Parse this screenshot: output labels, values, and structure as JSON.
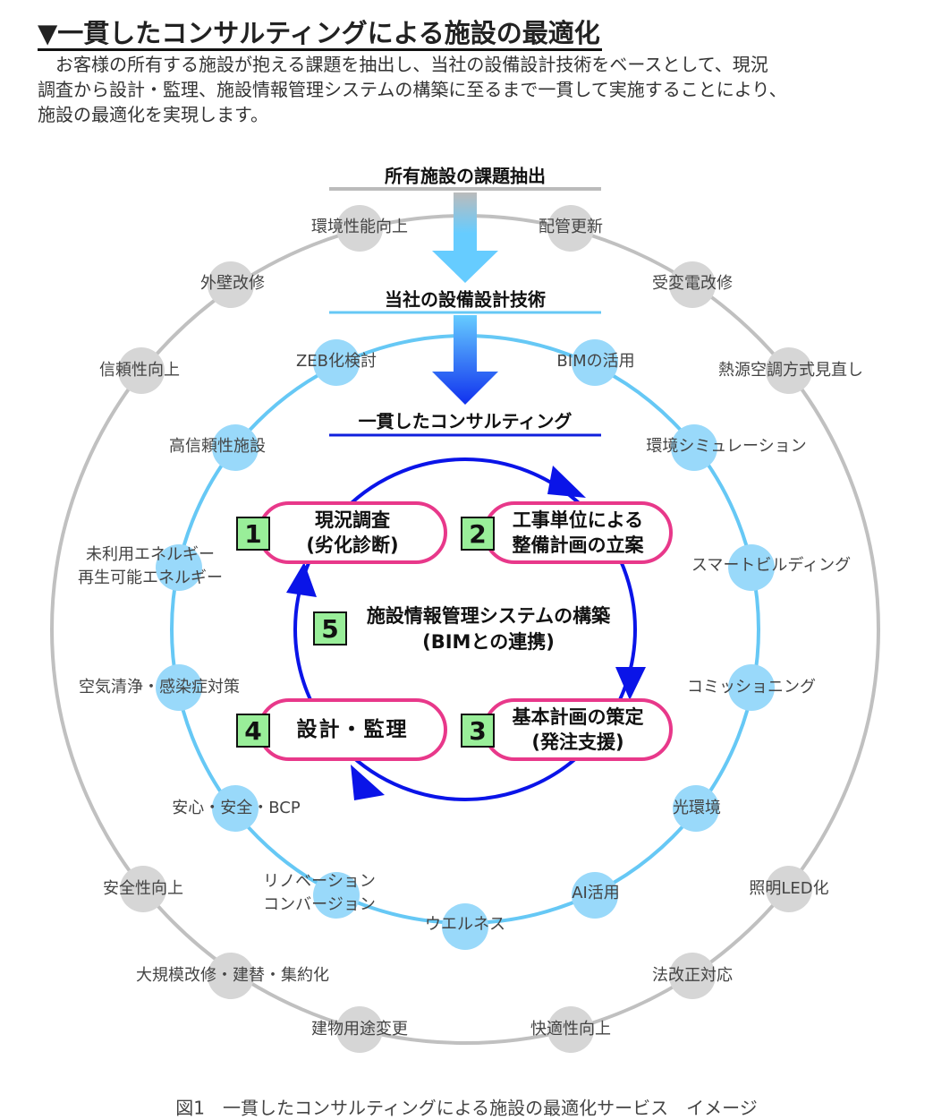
{
  "title": "▼一貫したコンサルティングによる施設の最適化",
  "intro": [
    "　お客様の所有する施設が抱える課題を抽出し、当社の設備設計技術をベースとして、現況",
    "調査から設計・監理、施設情報管理システムの構築に至るまで一貫して実施することにより、",
    "施設の最適化を実現します。"
  ],
  "flow": {
    "step_a": "所有施設の課題抽出",
    "step_b": "当社の設備設計技術",
    "step_c": "一貫したコンサルティング"
  },
  "outer_items": [
    "環境性能向上",
    "配管更新",
    "外壁改修",
    "受変電改修",
    "信頼性向上",
    "熱源空調方式見直し",
    "安全性向上",
    "照明LED化",
    "大規模改修・建替・集約化",
    "法改正対応",
    "建物用途変更",
    "快適性向上"
  ],
  "inner_items": [
    "ZEB化検討",
    "BIMの活用",
    "高信頼性施設",
    "環境シミュレーション",
    "未利用エネルギー",
    "再生可能エネルギー",
    "スマートビルディング",
    "空気清浄・感染症対策",
    "コミッショニング",
    "安心・安全・BCP",
    "光環境",
    "リノベーション",
    "コンバージョン",
    "AI活用",
    "ウエルネス"
  ],
  "cycle": [
    {
      "num": "1",
      "line1": "現況調査",
      "line2": "(劣化診断)"
    },
    {
      "num": "2",
      "line1": "工事単位による",
      "line2": "整備計画の立案"
    },
    {
      "num": "3",
      "line1": "基本計画の策定",
      "line2": "(発注支援)"
    },
    {
      "num": "4",
      "line1": "設計・監理",
      "line2": ""
    },
    {
      "num": "5",
      "line1": "施設情報管理システムの構築",
      "line2": "(BIMとの連携)"
    }
  ],
  "colors": {
    "outer": "#c0c0c0",
    "inner": "#66c8f5",
    "cycle": "#0a14e8",
    "pill": "#e8388a",
    "badge": "#99ee99"
  },
  "caption": "図1　一貫したコンサルティングによる施設の最適化サービス　イメージ"
}
